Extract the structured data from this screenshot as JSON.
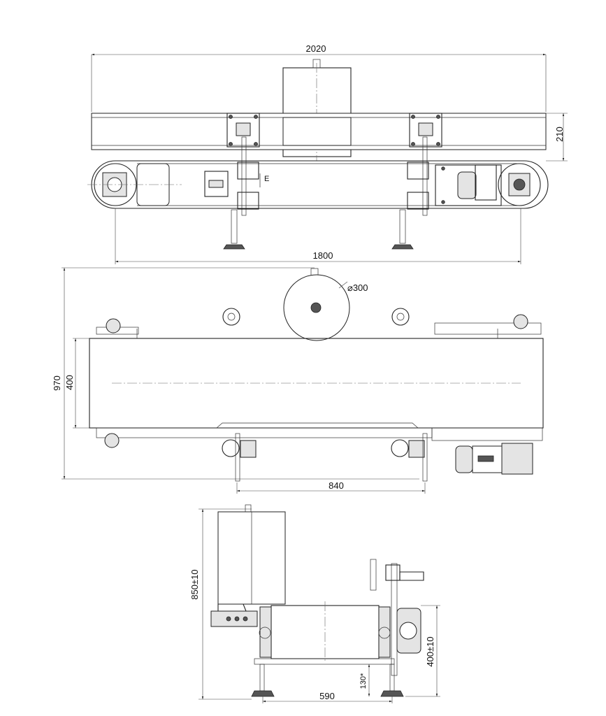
{
  "dimensions": {
    "overall_length": "2020",
    "frame_height": "210",
    "pulley_centers": "1800",
    "overall_width": "970",
    "belt_width": "400",
    "drum_diameter": "⌀300",
    "support_spacing": "840",
    "height_adjust": "850±10",
    "belt_height": "400±10",
    "foot_length": "130*",
    "foot_spacing": "590"
  },
  "labels": {
    "section_mark": "E"
  }
}
